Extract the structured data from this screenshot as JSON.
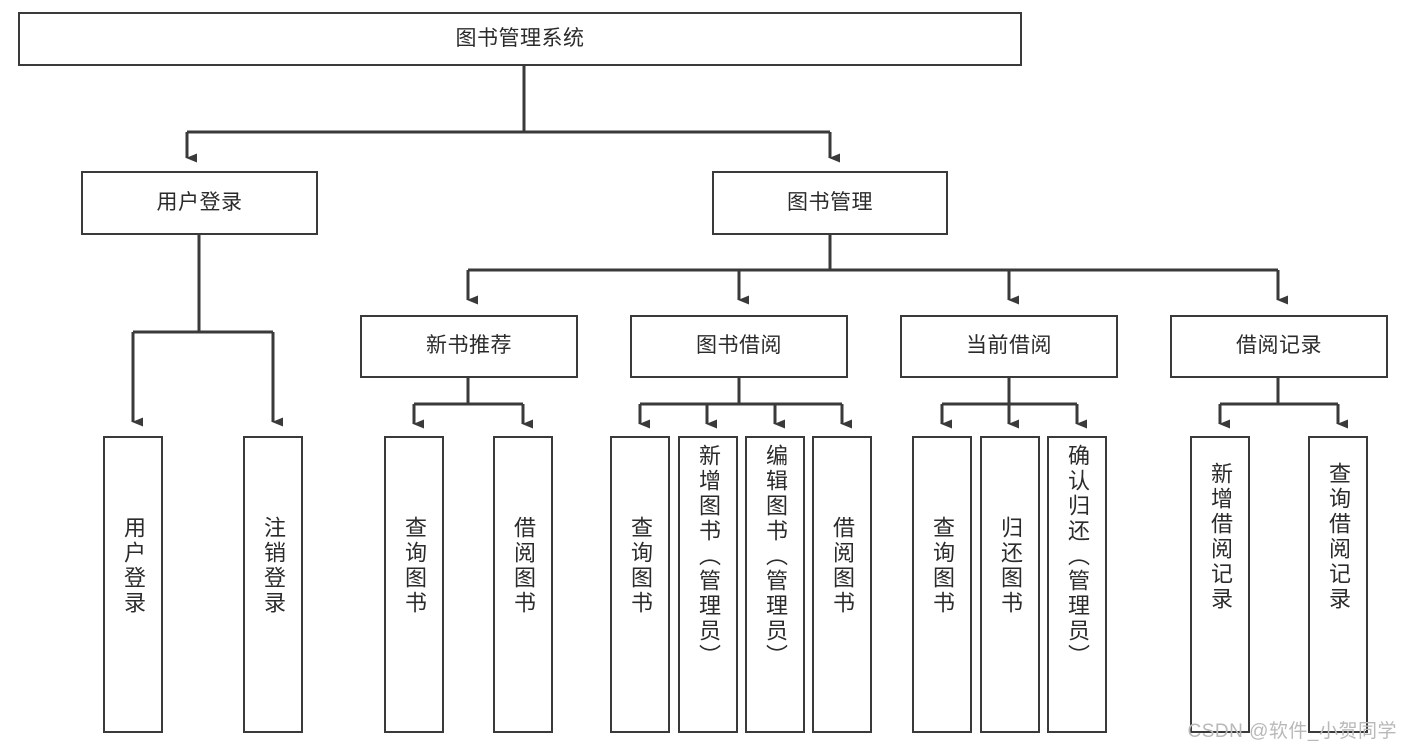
{
  "diagram": {
    "title": "图书管理系统",
    "type": "tree-hierarchy",
    "watermark": "CSDN @软件_小贺同学",
    "colors": {
      "box_border": "#3a3a3a",
      "box_fill": "#ffffff",
      "line": "#3a3a3a",
      "text": "#2b2b2b",
      "watermark": "#b9b9b9",
      "background": "#ffffff"
    },
    "nodes": {
      "root": {
        "label": "图书管理系统"
      },
      "level2": [
        {
          "id": "user-login",
          "label": "用户登录"
        },
        {
          "id": "book-management",
          "label": "图书管理"
        }
      ],
      "level3": [
        {
          "id": "new-book-recommend",
          "label": "新书推荐"
        },
        {
          "id": "book-borrow",
          "label": "图书借阅"
        },
        {
          "id": "current-borrow",
          "label": "当前借阅"
        },
        {
          "id": "borrow-record",
          "label": "借阅记录"
        }
      ],
      "leaves": {
        "user-login": [
          {
            "id": "leaf-user-login",
            "label": "用户登录"
          },
          {
            "id": "leaf-logout-login",
            "label": "注销登录"
          }
        ],
        "new-book-recommend": [
          {
            "id": "leaf-query-book-1",
            "label": "查询图书"
          },
          {
            "id": "leaf-borrow-book-1",
            "label": "借阅图书"
          }
        ],
        "book-borrow": [
          {
            "id": "leaf-query-book-2",
            "label": "查询图书"
          },
          {
            "id": "leaf-add-book",
            "label": "新增图书（管理员）"
          },
          {
            "id": "leaf-edit-book",
            "label": "编辑图书（管理员）"
          },
          {
            "id": "leaf-borrow-book-2",
            "label": "借阅图书"
          }
        ],
        "current-borrow": [
          {
            "id": "leaf-query-book-3",
            "label": "查询图书"
          },
          {
            "id": "leaf-return-book",
            "label": "归还图书"
          },
          {
            "id": "leaf-confirm-return",
            "label": "确认归还（管理员）"
          }
        ],
        "borrow-record": [
          {
            "id": "leaf-add-record",
            "label": "新增借阅记录"
          },
          {
            "id": "leaf-query-record",
            "label": "查询借阅记录"
          }
        ]
      }
    }
  }
}
